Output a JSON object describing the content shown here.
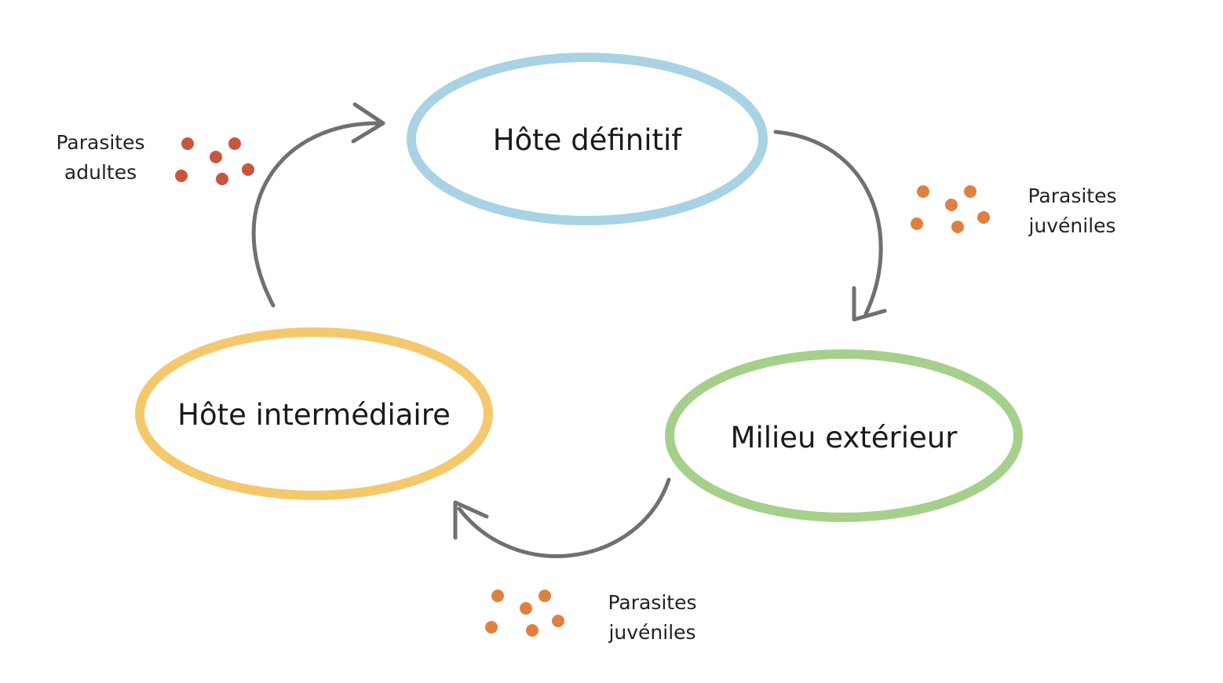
{
  "nodes": {
    "definitive_host": {
      "label": "Hôte définitif",
      "color": "#a9d2e4"
    },
    "external_environment": {
      "label": "Milieu extérieur",
      "color": "#a6cf8c"
    },
    "intermediate_host": {
      "label": "Hôte intermédiaire",
      "color": "#f4c96e"
    }
  },
  "captions": {
    "adult_parasites": {
      "line1": "Parasites",
      "line2": "adultes",
      "dot_color": "#c8563f"
    },
    "juvenile_parasites_right": {
      "line1": "Parasites",
      "line2": "juvéniles",
      "dot_color": "#e08040"
    },
    "juvenile_parasites_bottom": {
      "line1": "Parasites",
      "line2": "juvéniles",
      "dot_color": "#e08040"
    }
  },
  "arrow_color": "#707070"
}
